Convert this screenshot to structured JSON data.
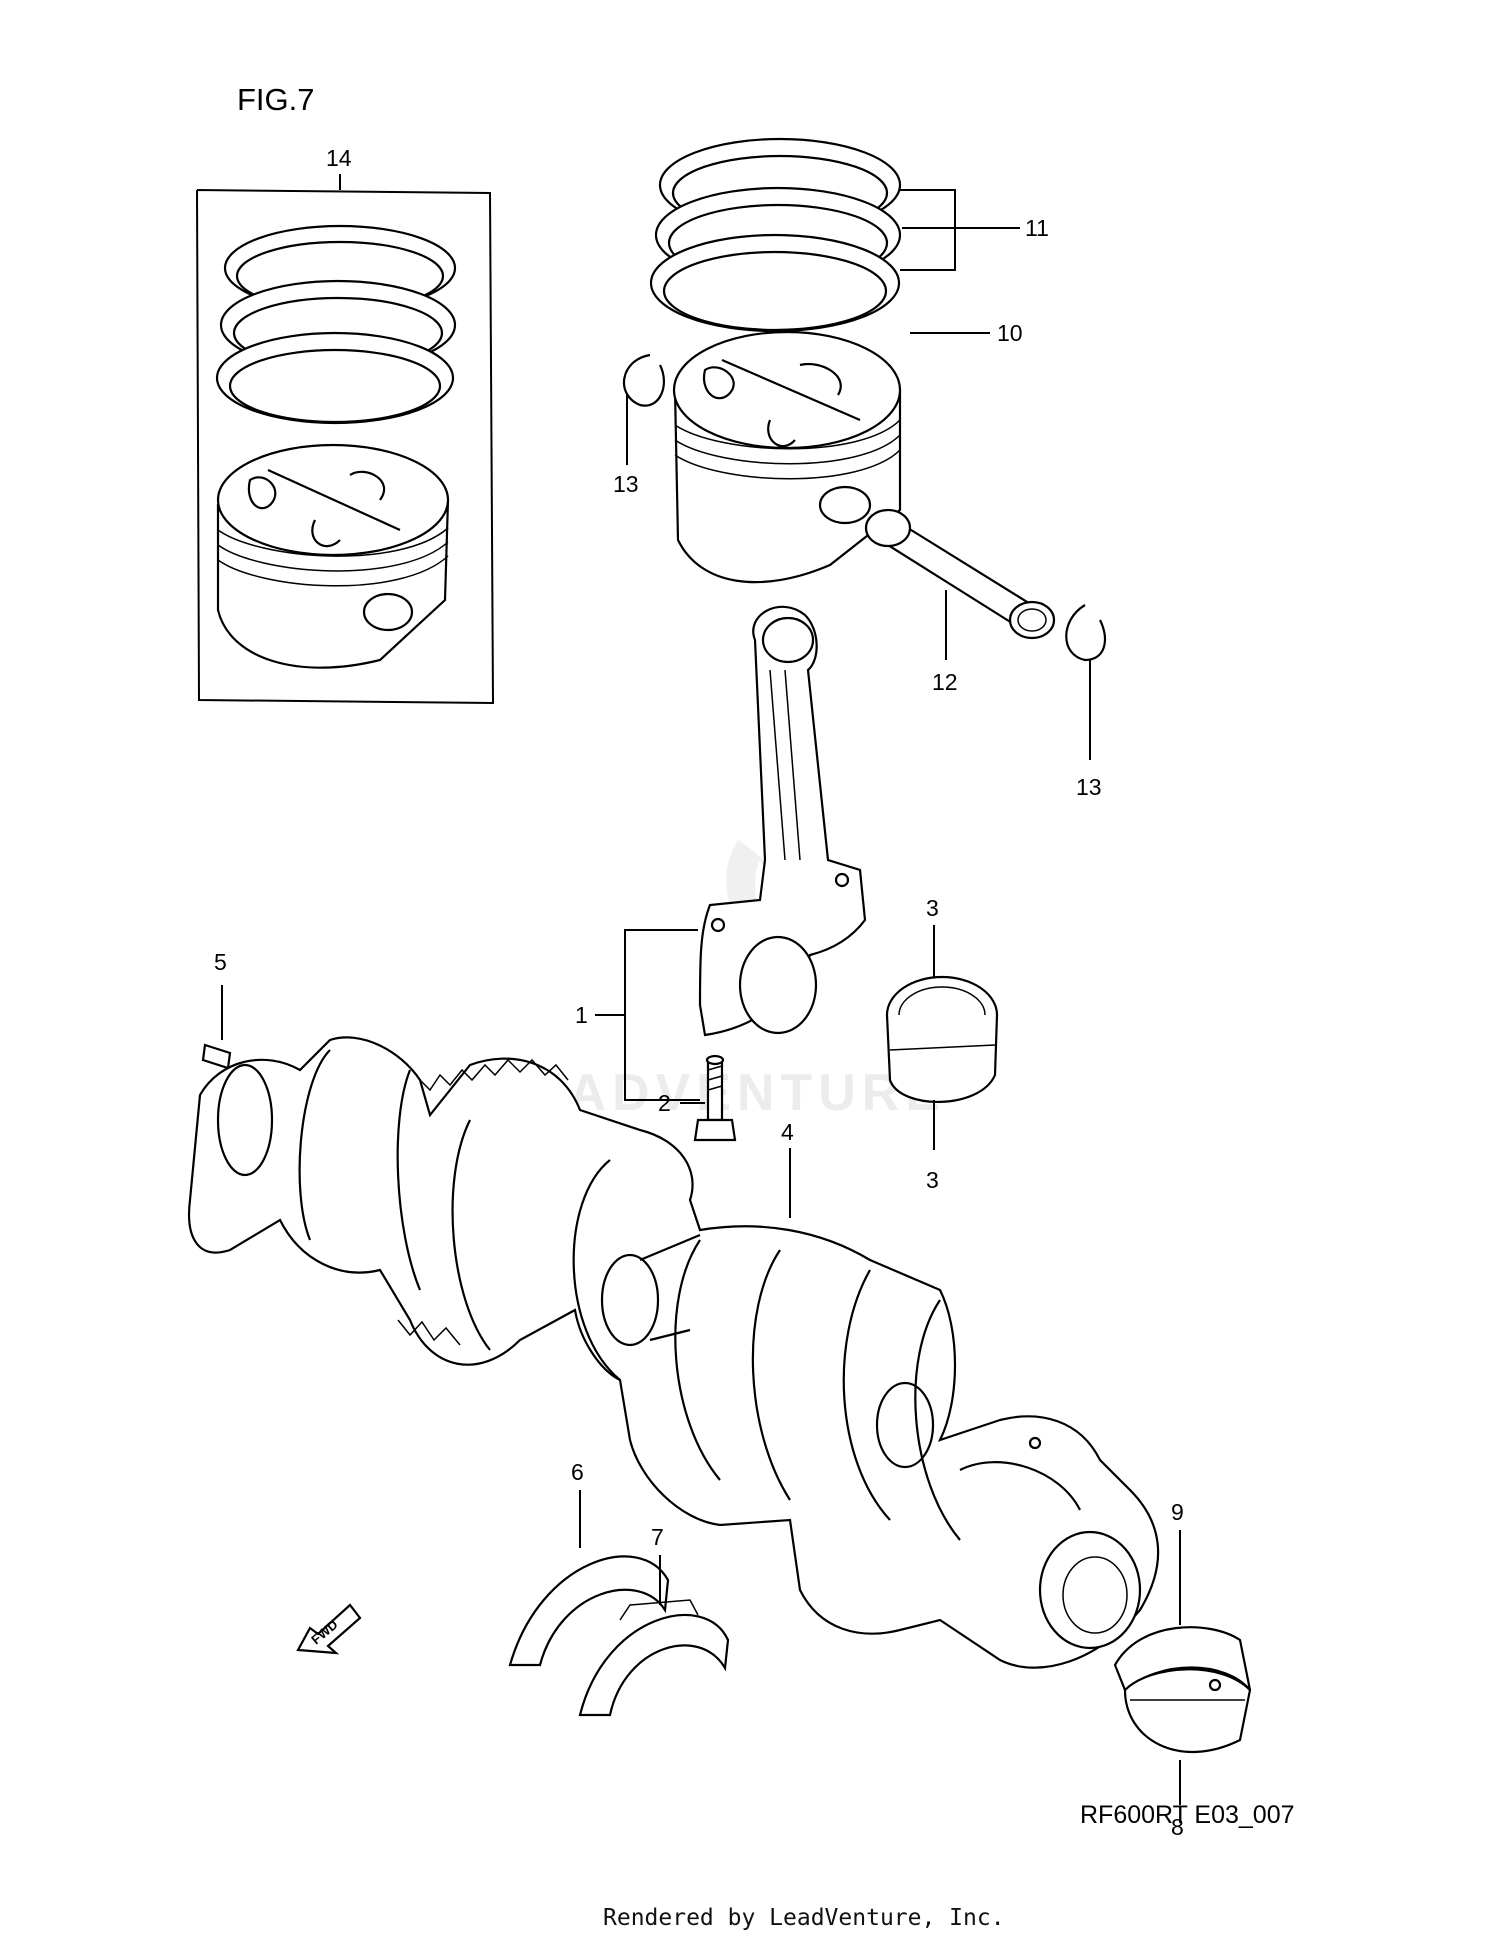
{
  "figure": {
    "title": "FIG.7",
    "code": "RF600RT E03_007",
    "footer": "Rendered by LeadVenture, Inc.",
    "watermark": "LEADVENTURE"
  },
  "callouts": {
    "c1": "1",
    "c2": "2",
    "c3a": "3",
    "c3b": "3",
    "c4": "4",
    "c5": "5",
    "c6": "6",
    "c7": "7",
    "c8": "8",
    "c9": "9",
    "c10": "10",
    "c11": "11",
    "c12": "12",
    "c13a": "13",
    "c13b": "13",
    "c14": "14"
  },
  "fwd_label": "FWD",
  "icons": [
    "fwd-arrow-icon",
    "watermark-flame-icon"
  ]
}
